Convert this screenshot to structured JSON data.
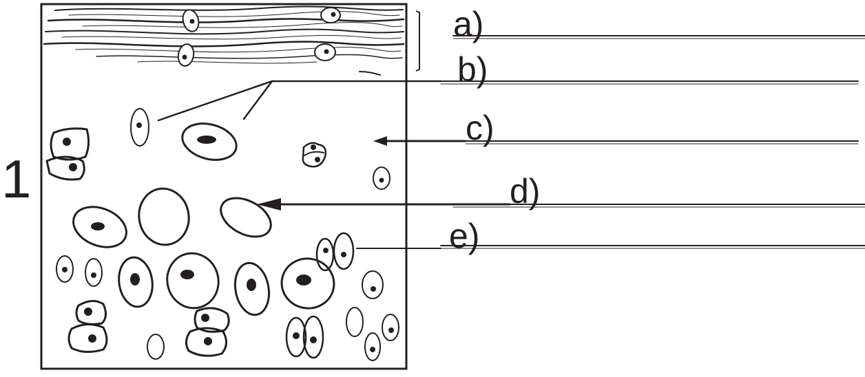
{
  "figure": {
    "number": "1"
  },
  "labels": [
    {
      "id": "a",
      "text": "a)"
    },
    {
      "id": "b",
      "text": "b)"
    },
    {
      "id": "c",
      "text": "c)"
    },
    {
      "id": "d",
      "text": "d)"
    },
    {
      "id": "e",
      "text": "e)"
    }
  ],
  "colors": {
    "ink": "#231f20",
    "paper": "#ffffff"
  }
}
